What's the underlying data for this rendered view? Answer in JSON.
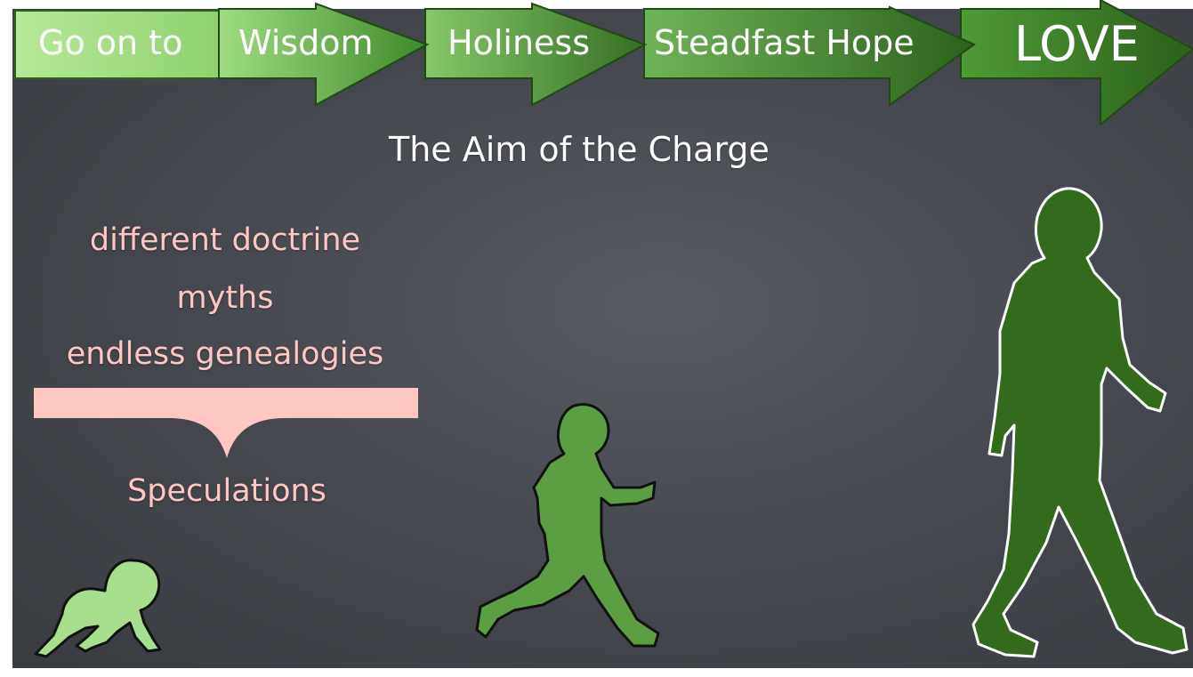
{
  "banner": {
    "steps": [
      "Go on to",
      "Wisdom",
      "Holiness",
      "Steadfast Hope",
      "LOVE"
    ]
  },
  "title": "The Aim of the Charge",
  "topics": {
    "items": [
      "different doctrine",
      "myths",
      "endless genealogies"
    ],
    "summary": "Speculations"
  },
  "figures": {
    "baby": "baby-crawling",
    "child": "child-running",
    "adult": "adult-walking"
  },
  "colors": {
    "board": "#474a50",
    "light_green": "#a7e08c",
    "mid_green": "#5b9f42",
    "dark_green": "#336b1c",
    "pink": "#ffc7c4",
    "text_white": "#ffffff"
  }
}
